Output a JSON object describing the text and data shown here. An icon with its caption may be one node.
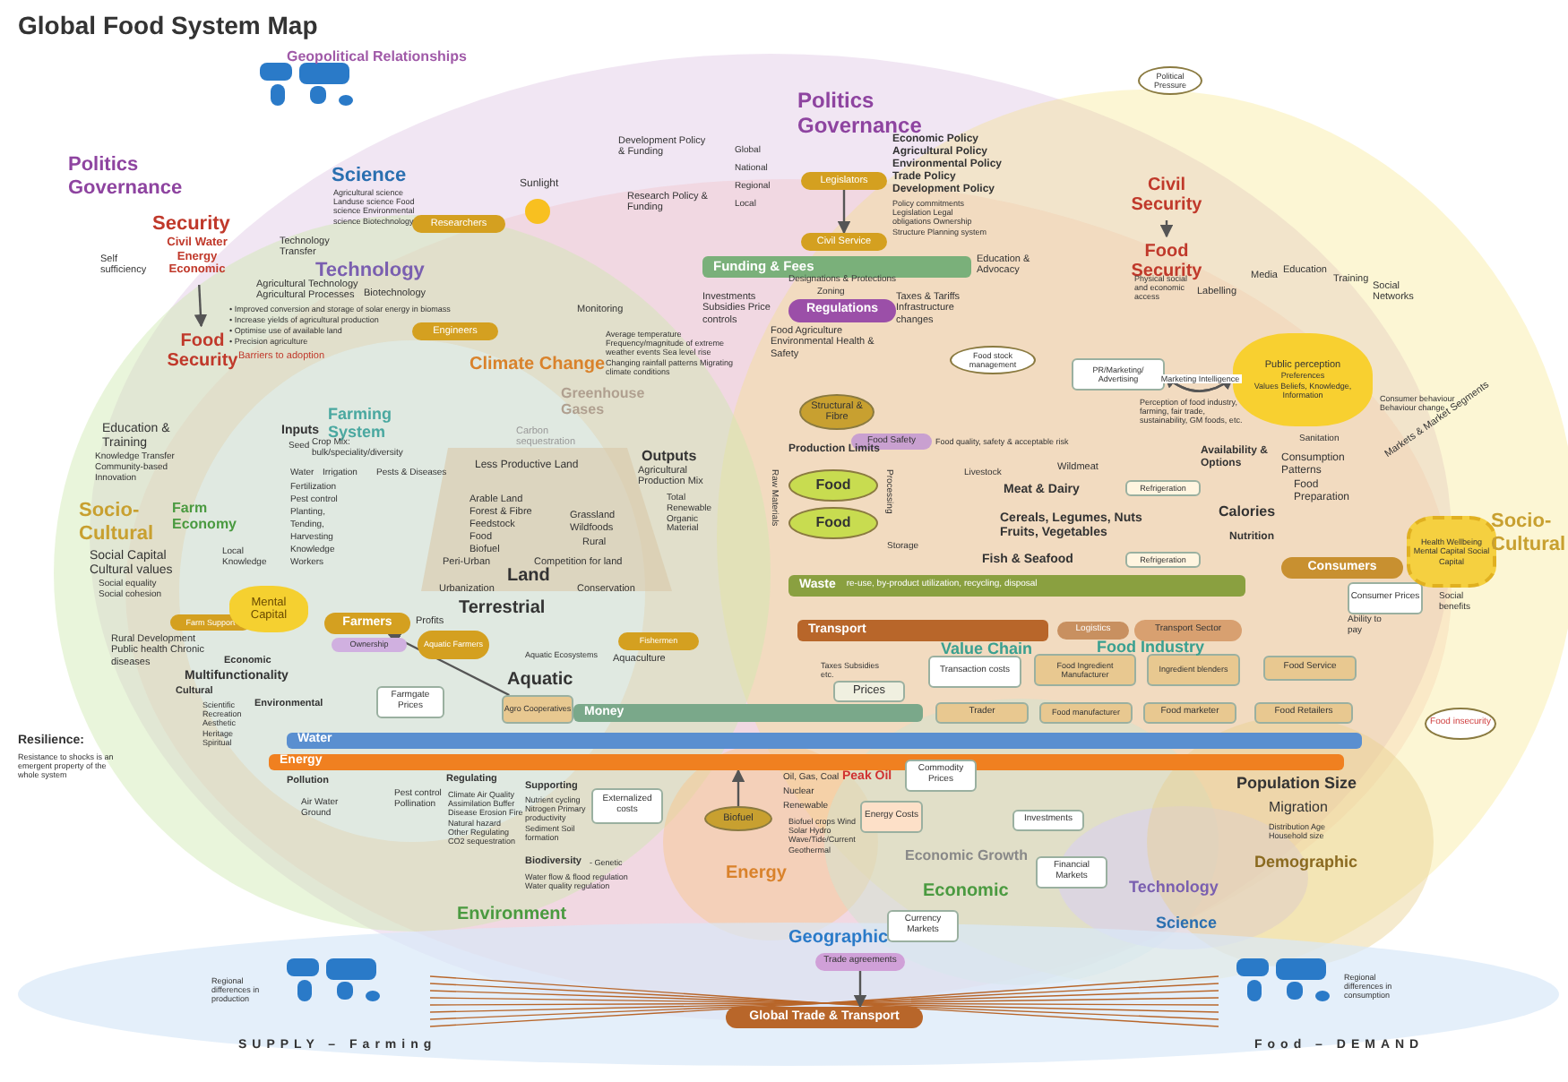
{
  "diagram": {
    "title": "Global Food System Map",
    "nodes": [
      {
        "text": [
          "Researchers"
        ]
      },
      {
        "text": [
          "Engineers"
        ]
      },
      {
        "text": [
          "Legislators"
        ]
      },
      {
        "text": [
          "Civil Service"
        ]
      },
      {
        "text": [
          "Funding & Fees"
        ]
      },
      {
        "text": [
          "Regulations"
        ]
      },
      {
        "text": [
          "Structural & Fibre"
        ]
      },
      {
        "text": [
          "Food"
        ]
      },
      {
        "text": [
          "Food"
        ]
      },
      {
        "text": [
          "Food Safety"
        ]
      },
      {
        "text": [
          "Refrigeration"
        ]
      },
      {
        "text": [
          "Refrigeration"
        ]
      },
      {
        "text": [
          "Waste",
          "re-use, by-product utilization, recycling, disposal"
        ]
      },
      {
        "text": [
          "Transport"
        ]
      },
      {
        "text": [
          "Logistics"
        ]
      },
      {
        "text": [
          "Transport Sector"
        ]
      },
      {
        "text": [
          "Prices"
        ]
      },
      {
        "text": [
          "Transaction costs"
        ]
      },
      {
        "text": [
          "Food Ingredient Manufacturer"
        ]
      },
      {
        "text": [
          "Ingredient blenders"
        ]
      },
      {
        "text": [
          "Food Service"
        ]
      },
      {
        "text": [
          "Trader"
        ]
      },
      {
        "text": [
          "Food manufacturer"
        ]
      },
      {
        "text": [
          "Food marketer"
        ]
      },
      {
        "text": [
          "Food Retailers"
        ]
      },
      {
        "text": [
          "Money"
        ]
      },
      {
        "text": [
          "Water"
        ]
      },
      {
        "text": [
          "Energy"
        ]
      },
      {
        "text": [
          "Consumers"
        ]
      },
      {
        "text": [
          "Consumer Prices"
        ]
      },
      {
        "text": [
          "Food insecurity"
        ]
      },
      {
        "text": [
          "Farmers"
        ]
      },
      {
        "text": [
          "Ownership"
        ]
      },
      {
        "text": [
          "Farm Support"
        ]
      },
      {
        "text": [
          "Mental Capital"
        ]
      },
      {
        "text": [
          "Aquatic Farmers"
        ]
      },
      {
        "text": [
          "Fishermen"
        ]
      },
      {
        "text": [
          "Agro Cooperatives"
        ]
      },
      {
        "text": [
          "Farmgate Prices"
        ]
      },
      {
        "text": [
          "Externalized costs"
        ]
      },
      {
        "text": [
          "Biofuel"
        ]
      },
      {
        "text": [
          "Energy Costs"
        ]
      },
      {
        "text": [
          "Commodity Prices"
        ]
      },
      {
        "text": [
          "Investments"
        ]
      },
      {
        "text": [
          "Financial Markets"
        ]
      },
      {
        "text": [
          "Currency Markets"
        ]
      },
      {
        "text": [
          "Global Trade & Transport"
        ]
      },
      {
        "text": [
          "Political Pressure"
        ]
      },
      {
        "text": [
          "Food stock management"
        ]
      },
      {
        "text": [
          "PR/Marketing/ Advertising"
        ]
      },
      {
        "text": [
          "Public perception",
          "Preferences",
          "Values Beliefs, Knowledge, Information"
        ]
      },
      {
        "text": [
          "Health Wellbeing Mental Capital Social Capital"
        ]
      },
      {
        "text": [
          "Civil Security"
        ]
      },
      {
        "text": [
          "Food Security"
        ]
      },
      {
        "text": [
          "Security",
          "Civil Water Energy Economic"
        ]
      },
      {
        "text": [
          "Food Security"
        ]
      },
      {
        "text": [
          "Trade agreements"
        ]
      }
    ],
    "edges": [
      {
        "from": 54,
        "to": 55,
        "arrow": "to"
      },
      {
        "from": 52,
        "to": 53,
        "arrow": "to"
      },
      {
        "from": 2,
        "to": 3,
        "arrow": "to"
      },
      {
        "from": 49,
        "to": 50,
        "arrow": "to"
      },
      {
        "from": 50,
        "to": 49,
        "arrow": "to",
        "label": "Marketing Intelligence"
      },
      {
        "from": 40,
        "to": 27,
        "arrow": "to"
      },
      {
        "from": 56,
        "to": 46,
        "arrow": "to"
      },
      {
        "from": 37,
        "to": 31,
        "arrow": "to"
      }
    ],
    "labels": [
      "Geopolitical Relationships",
      "Politics Governance",
      "Self sufficiency",
      "Science",
      "Agricultural science Landuse science Food science Environmental science Biotechnology",
      "Technology Transfer",
      "Technology",
      "Agricultural Technology Agricultural Processes",
      "Biotechnology",
      "• Improved conversion and storage of solar energy in biomass",
      "• Increase yields of agricultural production",
      "• Optimise use of available land",
      "• Precision agriculture",
      "Barriers to adoption",
      "Sunlight",
      "Development Policy & Funding",
      "Research Policy & Funding",
      "Monitoring",
      "Climate Change",
      "Average temperature Frequency/magnitude of extreme weather events Sea level rise Changing rainfall patterns Migrating climate conditions",
      "Greenhouse Gases",
      "Carbon sequestration",
      "Farming System",
      "Inputs",
      "Seed",
      "Crop Mix: bulk/speciality/diversity",
      "Water",
      "Irrigation",
      "Pests & Diseases",
      "Fertilization",
      "Pest control",
      "Planting,",
      "Tending,",
      "Harvesting",
      "Knowledge",
      "Workers",
      "Education & Training",
      "Knowledge Transfer Community-based Innovation",
      "Socio- Cultural",
      "Farm Economy",
      "Social Capital Cultural values",
      "Social equality Social cohesion",
      "Local Knowledge",
      "Rural Development Public health Chronic diseases",
      "Economic",
      "Multifunctionality",
      "Cultural",
      "Scientific Recreation Aesthetic Heritage Spiritual",
      "Environmental",
      "Resilience:",
      "Resistance to shocks is an emergent property of the whole system",
      "Profits",
      "Less Productive Land",
      "Arable Land",
      "Forest & Fibre",
      "Feedstock",
      "Food",
      "Biofuel",
      "Grassland",
      "Wildfoods",
      "Rural",
      "Peri-Urban",
      "Competition for land",
      "Urbanization",
      "Conservation",
      "Land",
      "Terrestrial",
      "Aquatic Ecosystems",
      "Aquaculture",
      "Aquatic",
      "Outputs",
      "Agricultural Production Mix",
      "Total Renewable Organic Material",
      "Production Limits",
      "Food quality, safety & acceptable risk",
      "Sanitation",
      "Wildmeat",
      "Livestock",
      "Meat & Dairy",
      "Cereals, Legumes, Nuts Fruits, Vegetables",
      "Fish & Seafood",
      "Availability & Options",
      "Calories",
      "Nutrition",
      "Consumption Patterns",
      "Food Preparation",
      "Raw Materials",
      "Processing",
      "Storage",
      "Designations & Protections",
      "Zoning",
      "Investments Subsidies Price controls",
      "Taxes & Tariffs Infrastructure changes",
      "Food Agriculture Environmental Health & Safety",
      "Global",
      "National",
      "Regional",
      "Local",
      "Economic Policy",
      "Agricultural Policy",
      "Environmental Policy",
      "Trade Policy",
      "Development Policy",
      "Policy commitments Legislation Legal obligations Ownership Structure Planning system",
      "Politics Governance",
      "Education & Advocacy",
      "Physical social and economic access",
      "Labelling",
      "Media",
      "Education",
      "Training",
      "Social Networks",
      "Perception of food industry, farming, fair trade, sustainability, GM foods, etc.",
      "Consumer behaviour Behaviour change",
      "Markets & Market Segments",
      "Socio- Cultural",
      "Social benefits",
      "Ability to pay",
      "Value Chain",
      "Food Industry",
      "Taxes Subsidies etc.",
      "Oil, Gas, Coal",
      "Peak Oil",
      "Nuclear",
      "Renewable",
      "Biofuel crops Wind Solar Hydro Wave/Tide/Current Geothermal",
      "Energy",
      "Economic Growth",
      "Economic",
      "Population Size",
      "Migration",
      "Distribution Age Household size",
      "Demographic",
      "Technology",
      "Science",
      "Environment",
      "Pollution",
      "Air Water Ground",
      "Pest control Pollination",
      "Regulating",
      "Climate Air Quality Assimilation Buffer Disease Erosion Fire Natural hazard Other Regulating CO2 sequestration",
      "Supporting",
      "Nutrient cycling Nitrogen Primary productivity Sediment Soil formation",
      "Biodiversity",
      "- Genetic",
      "Water flow & flood regulation Water quality regulation",
      "Geographic",
      "Regional differences in production",
      "Regional differences in consumption",
      "SUPPLY – Farming",
      "Food – DEMAND"
    ]
  }
}
